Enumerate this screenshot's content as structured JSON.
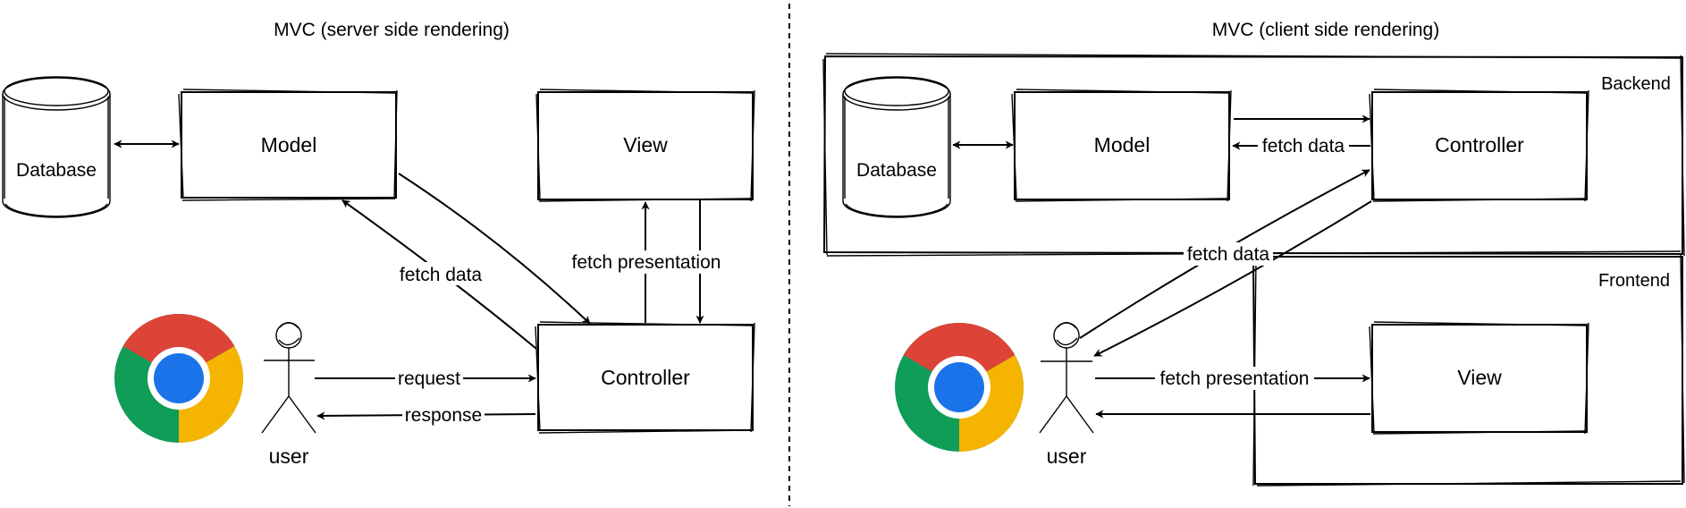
{
  "left": {
    "title": "MVC (server side rendering)",
    "database": "Database",
    "model": "Model",
    "view": "View",
    "controller": "Controller",
    "user": "user",
    "edges": {
      "fetch_data": "fetch data",
      "fetch_presentation": "fetch presentation",
      "request": "request",
      "response": "response"
    }
  },
  "right": {
    "title": "MVC (client side rendering)",
    "backend": "Backend",
    "frontend": "Frontend",
    "database": "Database",
    "model": "Model",
    "controller": "Controller",
    "view": "View",
    "user": "user",
    "edges": {
      "fetch_data_model": "fetch data",
      "fetch_data_user": "fetch data",
      "fetch_presentation": "fetch presentation"
    }
  },
  "icons": {
    "browser": "chrome-icon",
    "user": "stick-figure-icon",
    "database": "cylinder-icon"
  },
  "colors": {
    "chrome_red": "#DB4437",
    "chrome_yellow": "#F4B400",
    "chrome_green": "#0F9D58",
    "chrome_blue": "#1A73E8"
  }
}
